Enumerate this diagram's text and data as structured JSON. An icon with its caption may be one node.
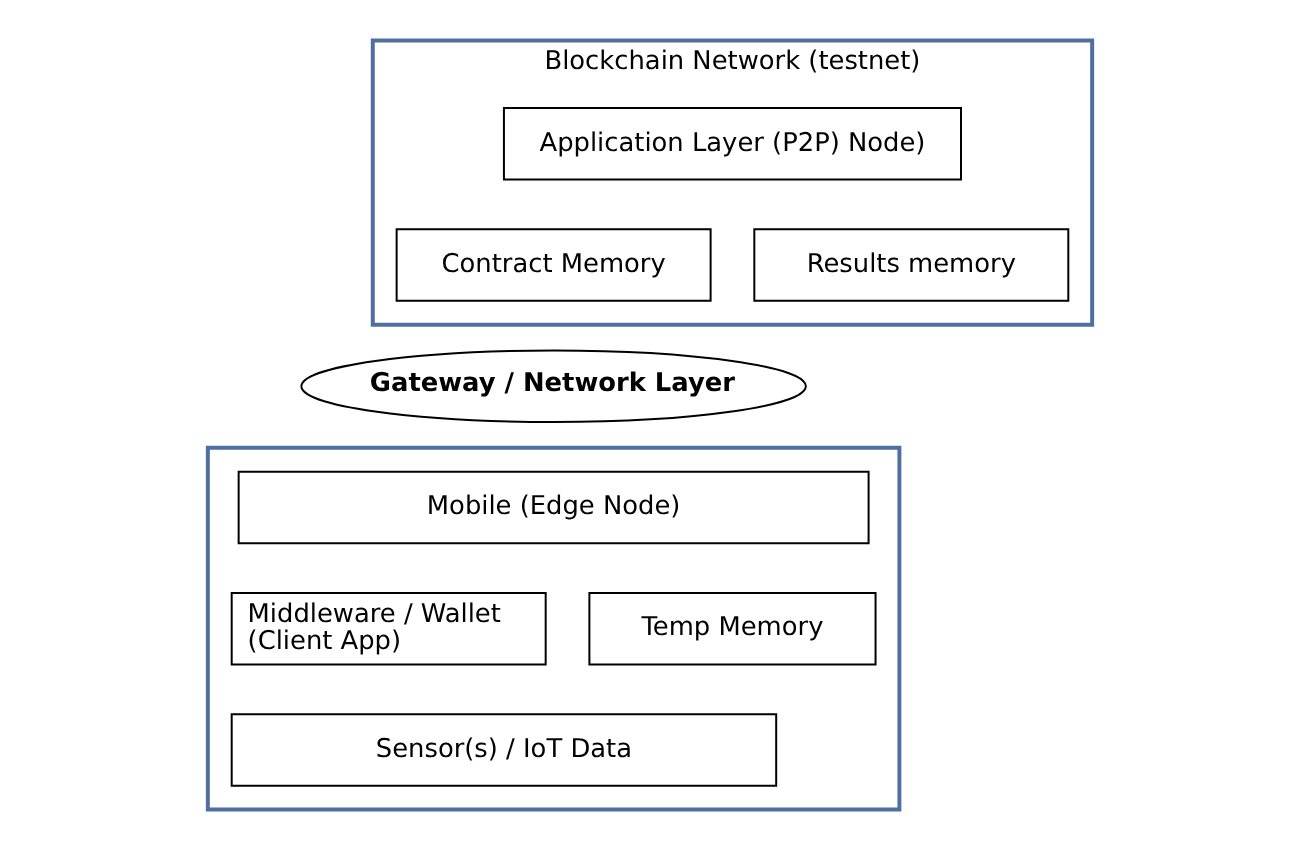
{
  "diagram": {
    "nodes": [
      {
        "text": [
          "Blockchain Network (testnet)"
        ]
      },
      {
        "text": [
          "Application Layer (P2P) Node)"
        ],
        "in": 0
      },
      {
        "text": [
          "Contract Memory"
        ],
        "in": 0
      },
      {
        "text": [
          "Results memory"
        ],
        "in": 0
      },
      {
        "text": [
          "Gateway / Network Layer"
        ]
      },
      {
        "text": [],
        "shape": "box"
      },
      {
        "text": [
          "Mobile (Edge Node)"
        ],
        "in": 5
      },
      {
        "text": [
          "Middleware / Wallet (Client App)"
        ],
        "in": 5
      },
      {
        "text": [
          "Temp Memory"
        ],
        "in": 5
      },
      {
        "text": [
          "Sensor(s) / IoT Data"
        ],
        "in": 5
      }
    ],
    "edges": []
  }
}
